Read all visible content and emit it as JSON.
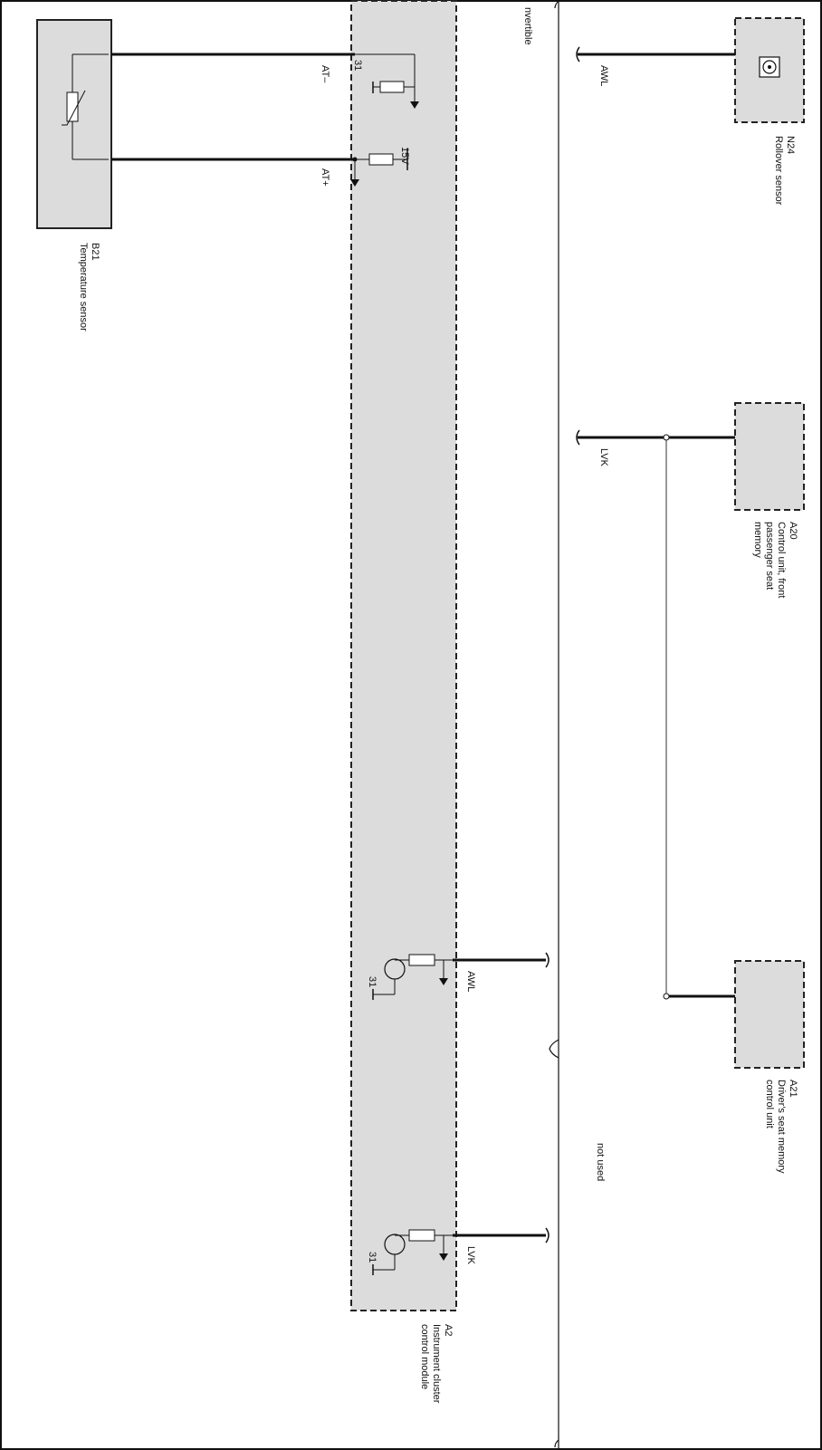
{
  "colors": {
    "line": "#111111",
    "module_fill": "#dcdcdc",
    "module_border": "#222222",
    "thin_line": "#555555"
  },
  "header": {
    "partial_title": "nvertible"
  },
  "temperature_sensor": {
    "id": "B21",
    "name": "Temperature sensor",
    "pin_minus": "AT–",
    "pin_plus": "AT+"
  },
  "instrument_cluster": {
    "id": "A2",
    "name_line1": "Instrument cluster",
    "name_line2": "control module",
    "ground_label": "31",
    "supply_label": "15V",
    "ground_label_awl": "31",
    "ground_label_lvk": "31"
  },
  "rollover_sensor": {
    "id": "N24",
    "name": "Rollover sensor",
    "icon": "rollover-sensor-icon",
    "signal": "AWL"
  },
  "front_passenger_seat": {
    "id": "A20",
    "name_line1": "Control unit, front",
    "name_line2": "passenger seat",
    "name_line3": "memory",
    "signal": "LVK"
  },
  "drivers_seat": {
    "id": "A21",
    "name_line1": "Driver's seat memory",
    "name_line2": "control unit"
  },
  "signals": {
    "awl_right": "AWL",
    "lvk_right": "LVK",
    "not_used": "not used"
  }
}
